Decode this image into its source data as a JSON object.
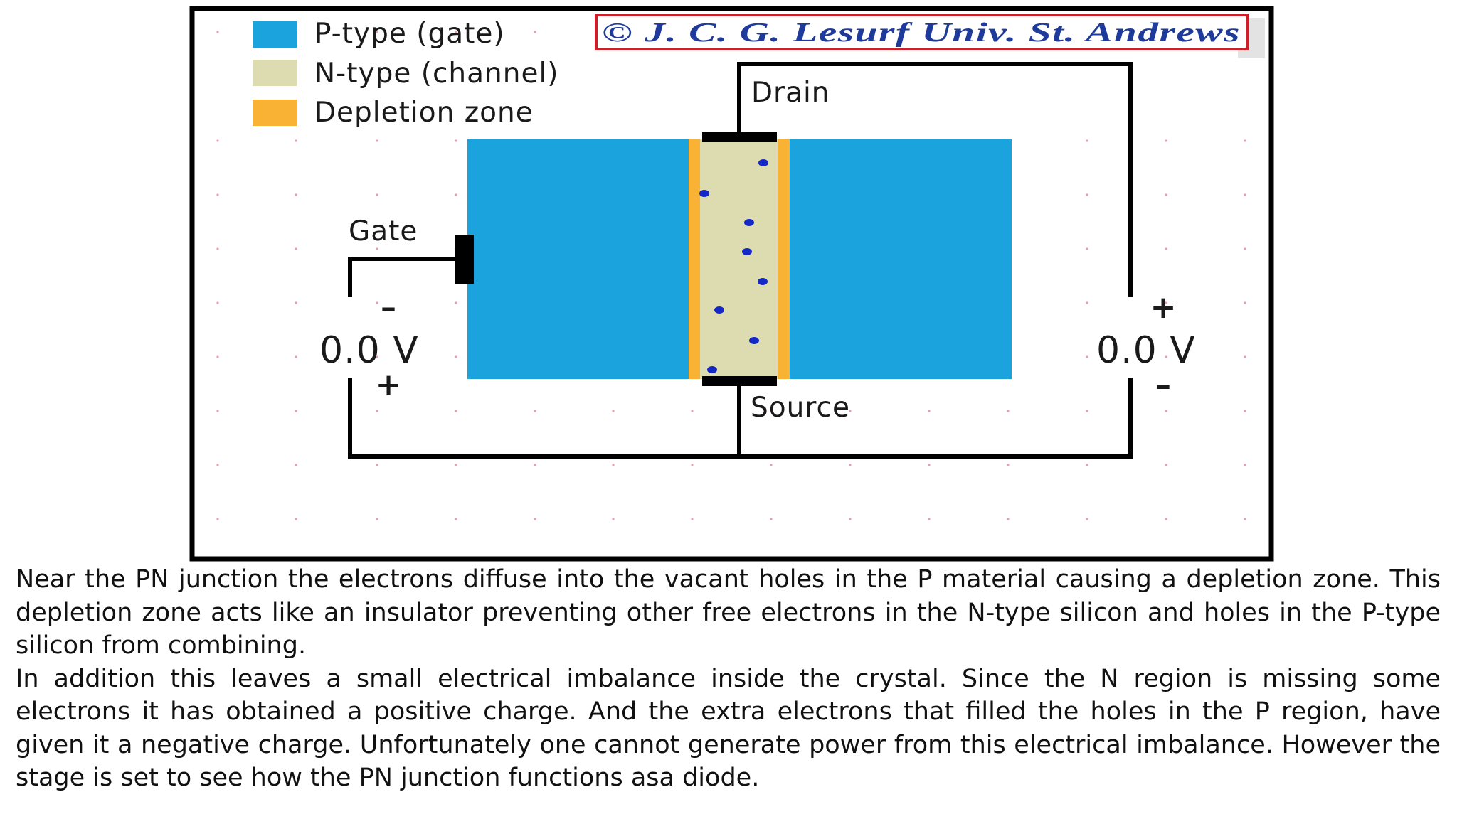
{
  "diagram": {
    "legend": [
      {
        "label": "P-type (gate)",
        "color": "#1aa3dc"
      },
      {
        "label": "N-type (channel)",
        "color": "#dcdcb0"
      },
      {
        "label": "Depletion zone",
        "color": "#f9b233"
      }
    ],
    "copyright": "© J. C. G. Lesurf  Univ. St. Andrews",
    "labels": {
      "drain": "Drain",
      "source": "Source",
      "gate": "Gate"
    },
    "gate_voltage": {
      "value": "0.0 V",
      "top_sign": "–",
      "bottom_sign": "+"
    },
    "drain_voltage": {
      "value": "0.0 V",
      "top_sign": "+",
      "bottom_sign": "–"
    },
    "colors": {
      "p_type": "#1aa3dc",
      "n_type": "#dcdcb0",
      "depletion": "#f9b233",
      "electron": "#1428c8",
      "wire": "#000000",
      "copyright_border": "#cc1f2a",
      "copyright_text": "#1e3a9a",
      "grid_dot": "#e8a0a8"
    },
    "electron_count": 8
  },
  "caption": {
    "paragraph1": "Near the PN junction the electrons diffuse into the vacant holes in the P material causing a  depletion zone. This depletion zone acts like an insulator preventing other free electrons in the  N-type silicon and holes in the P-type silicon from combining.",
    "paragraph2": "In addition this leaves a small electrical imbalance inside the crystal. Since the N region is  missing some electrons it has obtained a positive charge. And the extra electrons that filled the  holes in the P region, have given it a negative charge. Unfortunately one cannot generate  power from this electrical imbalance. However the stage is set to see how the PN junction  functions asa diode."
  }
}
